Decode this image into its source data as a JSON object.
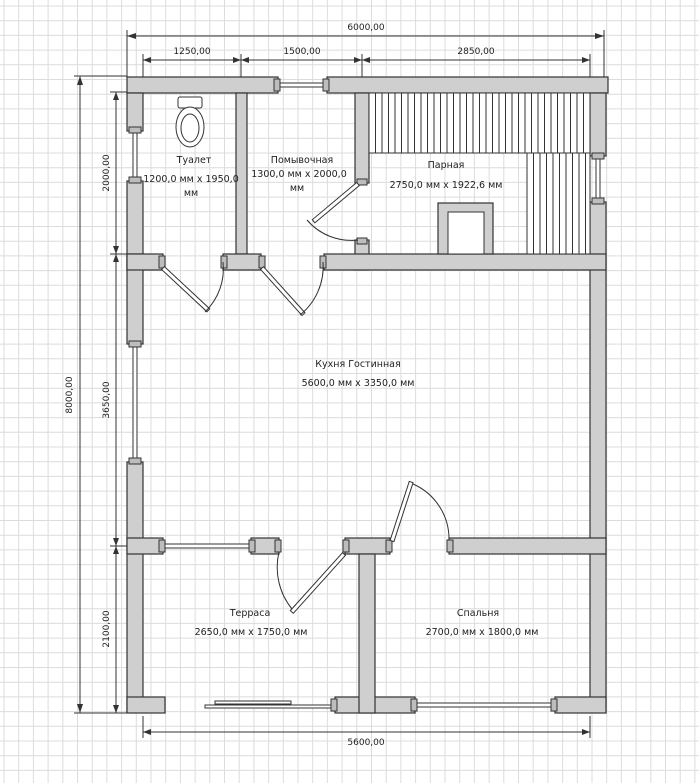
{
  "dimensions": {
    "top_total": "6000,00",
    "top_seg1": "1250,00",
    "top_seg2": "1500,00",
    "top_seg3": "2850,00",
    "bottom_total": "5600,00",
    "left_total": "8000,00",
    "left_seg1": "2000,00",
    "left_seg2": "3650,00",
    "left_seg3": "2100,00"
  },
  "rooms": {
    "toilet": {
      "name": "Туалет",
      "size1": "1200,0 мм х 1950,0",
      "size2": "мм"
    },
    "washroom": {
      "name": "Помывочная",
      "size1": "1300,0 мм х 2000,0",
      "size2": "мм"
    },
    "steam": {
      "name": "Парная",
      "size": "2750,0 мм х 1922,6 мм"
    },
    "kitchen": {
      "name": "Кухня Гостинная",
      "size": "5600,0 мм х 3350,0 мм"
    },
    "terrace": {
      "name": "Терраса",
      "size": "2650,0 мм х 1750,0 мм"
    },
    "bedroom": {
      "name": "Спальня",
      "size": "2700,0 мм х 1800,0 мм"
    }
  }
}
